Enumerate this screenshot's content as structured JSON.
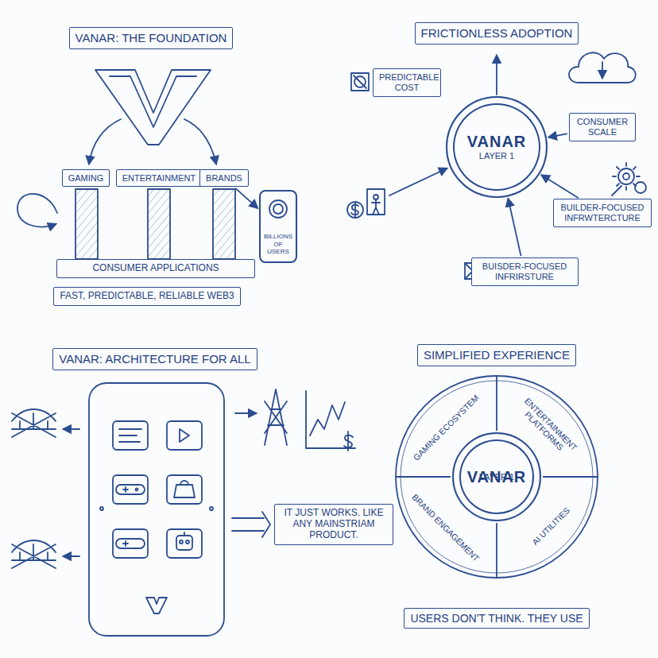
{
  "diagram": {
    "nodes": [
      {
        "text": [
          "VANAR: THE FOUNDATION"
        ]
      },
      {
        "text": [
          "GAMING"
        ]
      },
      {
        "text": [
          "ENTERTAINMENT"
        ]
      },
      {
        "text": [
          "BRANDS"
        ]
      },
      {
        "text": [
          "CONSUMER APPLICATIONS"
        ]
      },
      {
        "text": [
          "BILLIONS OF USERS"
        ]
      },
      {
        "text": [
          "FAST, PREDICTABLE, RELIABLE WEB3"
        ]
      },
      {
        "text": [
          "FRICTIONLESS ADOPTION"
        ]
      },
      {
        "text": [
          "PREDICTABLE COST"
        ]
      },
      {
        "text": [
          "VANAR",
          "LAYER 1"
        ]
      },
      {
        "text": [
          "CONSUMER SCALE"
        ]
      },
      {
        "text": [
          "BUILDER-FOCUSED INFRWTERCTURE"
        ]
      },
      {
        "text": [
          "BUISDER-FOCUSED INFRIRSTURE"
        ]
      },
      {
        "text": [
          "VANAR: ARCHITECTURE FOR ALL"
        ]
      },
      {
        "text": [
          "IT JUST WORKS. LIKE ANY MAINSTRIAM PRODUCT."
        ]
      },
      {
        "text": [
          "SIMPLIFIED EXPERIENCE"
        ]
      },
      {
        "text": [
          "GAMING ECOSYSTEM",
          "ENTERTAINMENT PLATFORMS",
          "BRAND ENGAGEMENT",
          "AI UTILITIES"
        ]
      },
      {
        "text": [
          "VANAR",
          "LAYER 1"
        ],
        "in": 16
      },
      {
        "text": [
          "USERS DON'T THINK. THEY USE"
        ]
      }
    ],
    "edges": [
      {
        "from": 3,
        "to": 5,
        "arrow": "to"
      },
      {
        "from": 10,
        "to": 9,
        "arrow": "to"
      },
      {
        "from": 11,
        "to": 9,
        "arrow": "to"
      },
      {
        "from": 12,
        "to": 9,
        "arrow": "to"
      }
    ]
  }
}
